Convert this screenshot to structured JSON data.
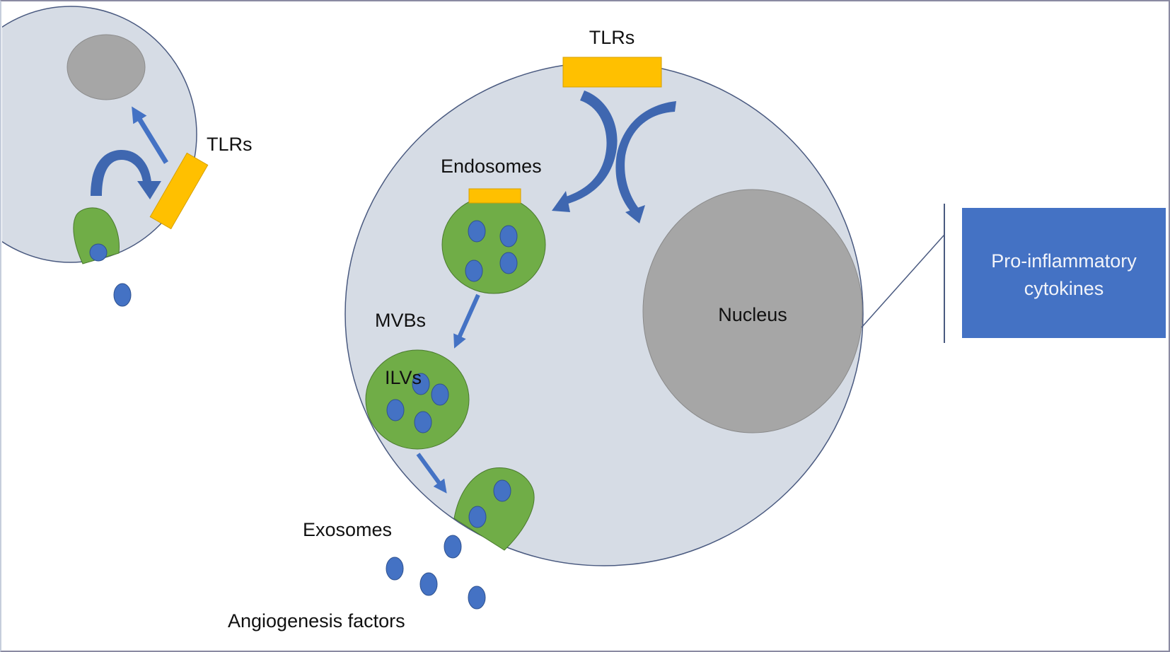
{
  "diagram": {
    "title": "TLR signaling, exosome biogenesis and release",
    "labels": {
      "tlrs_small_cell": "TLRs",
      "tlrs_main_cell": "TLRs",
      "endosomes": "Endosomes",
      "mvbs": "MVBs",
      "ilvs": "ILVs",
      "exosomes": "Exosomes",
      "angiogenesis_factors": "Angiogenesis factors",
      "nucleus": "Nucleus"
    },
    "output_box": {
      "line1": "Pro-inflammatory",
      "line2": "cytokines"
    },
    "colors": {
      "cell_fill": "#d6dce5",
      "cell_stroke": "#4a5a80",
      "nucleus_fill": "#a6a6a6",
      "tlr_fill": "#ffc000",
      "vesicle_green": "#70ad47",
      "vesicle_blue": "#4472c4",
      "arrow_blue": "#3f67b0",
      "box_fill": "#4472c4"
    },
    "icons": {
      "small_cell_curved_arrow": "curved-arrow-icon",
      "small_cell_straight_arrow": "arrow-icon",
      "main_cell_curved_arrows": "curved-arrow-icon",
      "pathway_arrows": "arrow-icon"
    }
  }
}
